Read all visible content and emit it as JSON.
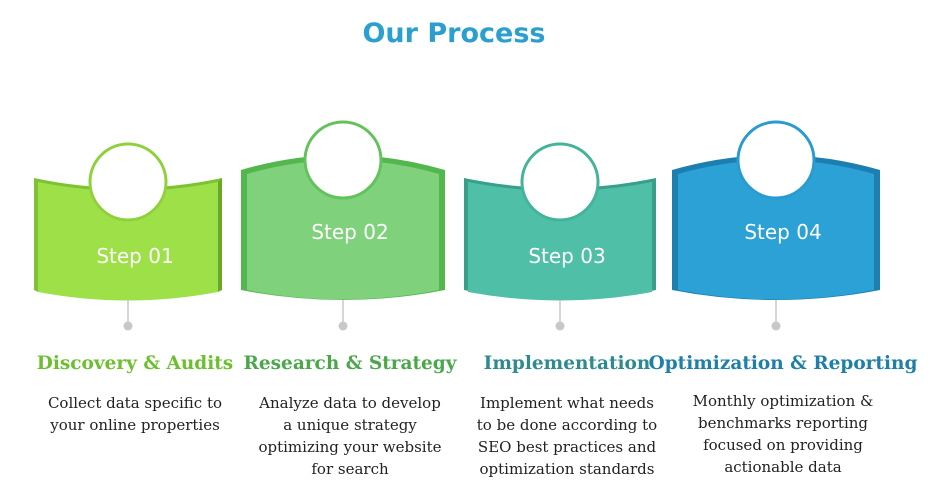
{
  "title": "Our Process",
  "steps": [
    {
      "label": "Step 01",
      "heading": "Discovery & Audits",
      "description": [
        "Collect data specific to",
        "your online properties"
      ],
      "colors": {
        "main": "#9ee048",
        "dark": "#7cc232",
        "ring": "#8fd13c",
        "heading": "#6cc02f"
      }
    },
    {
      "label": "Step 02",
      "heading": "Research & Strategy",
      "description": [
        "Analyze data to develop",
        "a unique strategy",
        "optimizing your website",
        "for search"
      ],
      "colors": {
        "main": "#7fd17b",
        "dark": "#53b74d",
        "ring": "#63c25c",
        "heading": "#4aa74a"
      }
    },
    {
      "label": "Step 03",
      "heading": "Implementation",
      "description": [
        "Implement what needs",
        "to be done according to",
        "SEO best practices and",
        "optimization standards"
      ],
      "colors": {
        "main": "#4fbfa7",
        "dark": "#38a08a",
        "ring": "#45b39c",
        "heading": "#2e8a8e"
      }
    },
    {
      "label": "Step 04",
      "heading": "Optimization & Reporting",
      "description": [
        "Monthly optimization &",
        "benchmarks reporting",
        "focused on providing",
        "actionable data"
      ],
      "colors": {
        "main": "#2ba1d6",
        "dark": "#1c7fb0",
        "ring": "#2a9ad0",
        "heading": "#1f7fa8"
      }
    }
  ]
}
